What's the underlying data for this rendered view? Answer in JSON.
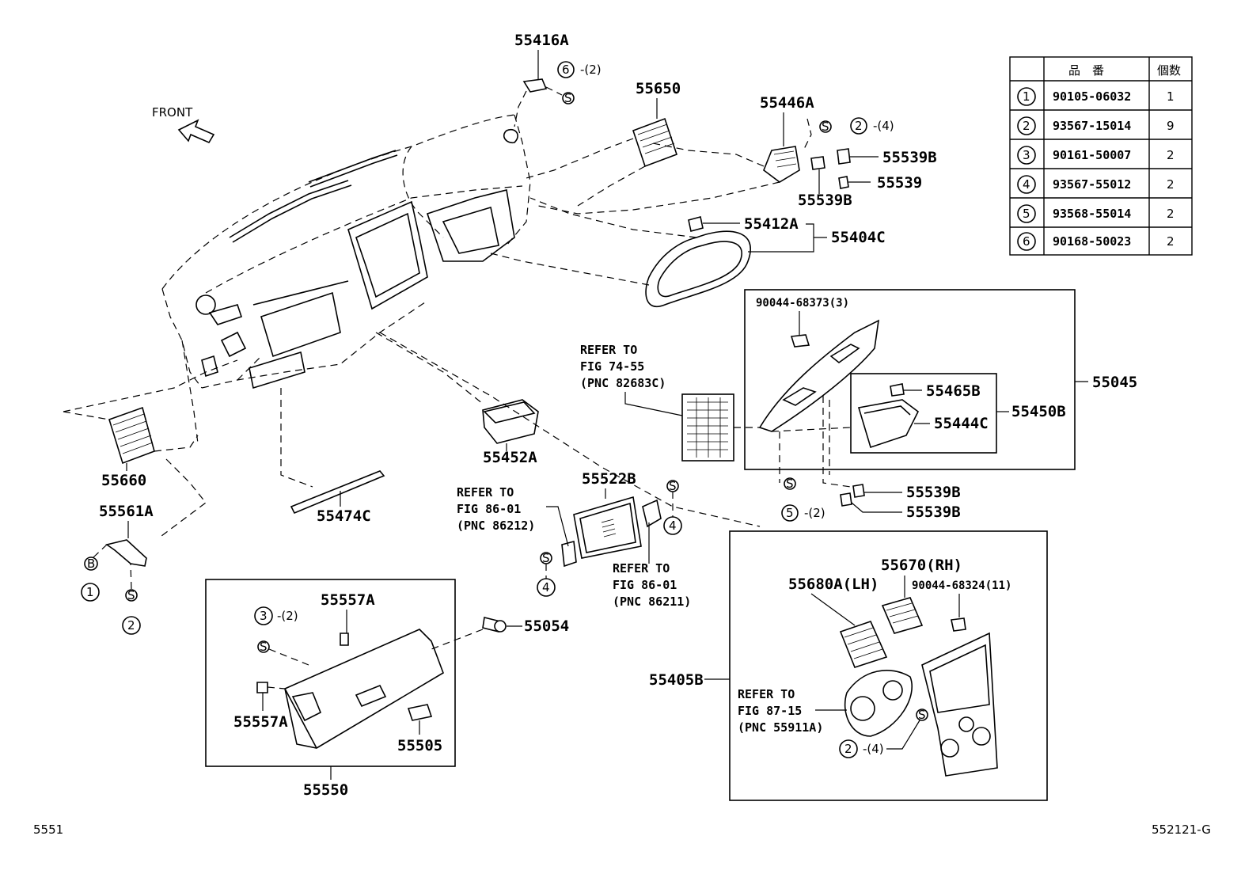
{
  "front_label": "FRONT",
  "footer": {
    "left": "5551",
    "right": "552121-G"
  },
  "parts": {
    "p55416A": "55416A",
    "p55650": "55650",
    "p55446A": "55446A",
    "p55539B_1": "55539B",
    "p55539": "55539",
    "p55539B_2": "55539B",
    "p55412A": "55412A",
    "p55404C": "55404C",
    "p55045": "55045",
    "p55465B": "55465B",
    "p55450B": "55450B",
    "p55444C": "55444C",
    "p55660": "55660",
    "p55452A": "55452A",
    "p55474C": "55474C",
    "p55561A": "55561A",
    "p55522B": "55522B",
    "p55539B_3": "55539B",
    "p55539B_4": "55539B",
    "p55557A_1": "55557A",
    "p55557A_2": "55557A",
    "p55054": "55054",
    "p55505": "55505",
    "p55550": "55550",
    "p55670": "55670(RH)",
    "p55680A": "55680A(LH)",
    "p55405B": "55405B",
    "fastener_90044_68373": "90044-68373(3)",
    "fastener_90044_68324": "90044-68324(11)"
  },
  "qty_notes": {
    "q6": "-(2)",
    "q2a": "-(4)",
    "q5": "-(2)",
    "q3": "-(2)",
    "q2b": "-(4)"
  },
  "symbols": {
    "s": "S",
    "b": "B",
    "n1": "1",
    "n2": "2",
    "n3": "3",
    "n4": "4",
    "n5": "5",
    "n6": "6"
  },
  "refers": {
    "r1": [
      "REFER TO",
      "FIG 74-55",
      "(PNC 82683C)"
    ],
    "r2": [
      "REFER TO",
      "FIG 86-01",
      "(PNC 86212)"
    ],
    "r3": [
      "REFER TO",
      "FIG 86-01",
      "(PNC 86211)"
    ],
    "r4": [
      "REFER TO",
      "FIG 87-15",
      "(PNC 55911A)"
    ]
  },
  "table": {
    "headers": [
      "",
      "品　番",
      "個数"
    ],
    "rows": [
      {
        "no": "1",
        "part": "90105-06032",
        "qty": "1"
      },
      {
        "no": "2",
        "part": "93567-15014",
        "qty": "9"
      },
      {
        "no": "3",
        "part": "90161-50007",
        "qty": "2"
      },
      {
        "no": "4",
        "part": "93567-55012",
        "qty": "2"
      },
      {
        "no": "5",
        "part": "93568-55014",
        "qty": "2"
      },
      {
        "no": "6",
        "part": "90168-50023",
        "qty": "2"
      }
    ]
  }
}
